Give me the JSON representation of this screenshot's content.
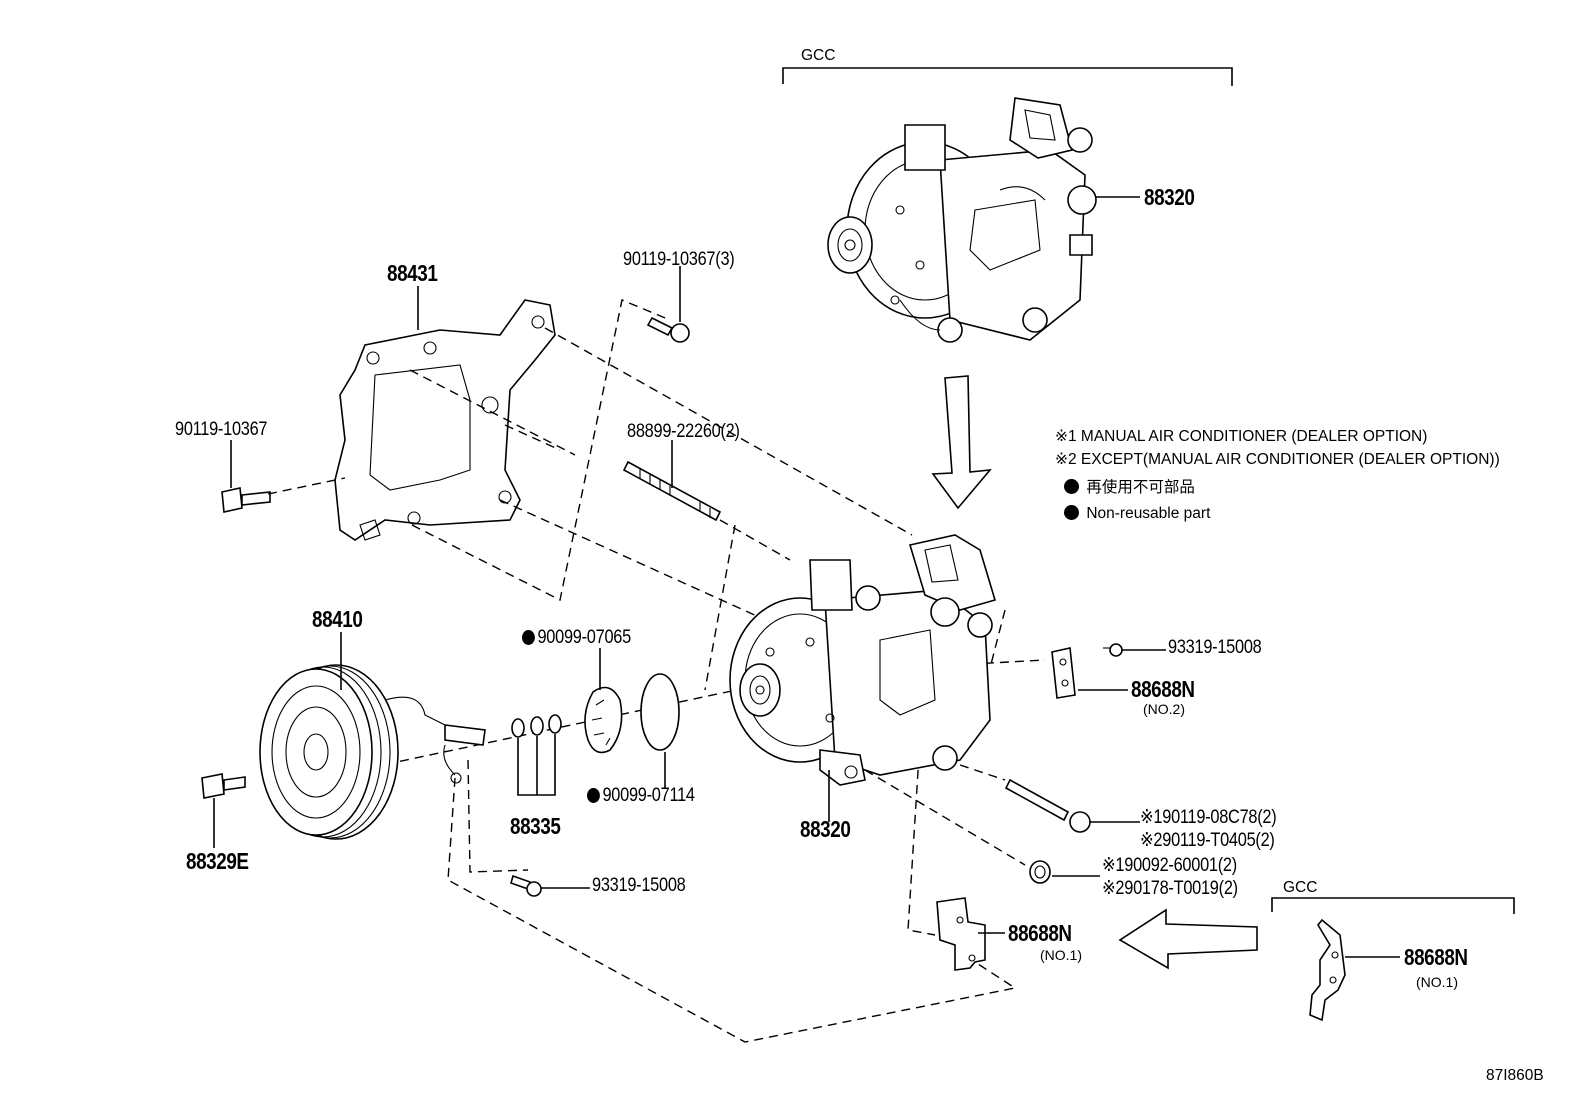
{
  "diagram": {
    "figure_code": "87I860B",
    "group_label_top": "GCC",
    "group_label_bottom": "GCC",
    "notes": {
      "note1": "※1 MANUAL AIR CONDITIONER (DEALER OPTION)",
      "note2": "※2 EXCEPT(MANUAL AIR CONDITIONER (DEALER OPTION))",
      "note3_jp": "再使用不可部品",
      "note4_en": "Non-reusable part"
    },
    "parts": {
      "p88320_top": "88320",
      "p88431": "88431",
      "p90119_10367_3": "90119-10367(3)",
      "p90119_10367": "90119-10367",
      "p88899_22260": "88899-22260(2)",
      "p88410": "88410",
      "p90099_07065": "90099-07065",
      "p90099_07114": "90099-07114",
      "p88335": "88335",
      "p88329E": "88329E",
      "p93319_15008_a": "93319-15008",
      "p88320_main": "88320",
      "p93319_15008_b": "93319-15008",
      "p88688N_no2": "88688N",
      "p88688N_no2_sub": "(NO.2)",
      "p90119_08C78": "※190119-08C78(2)",
      "p90119_T0405": "※290119-T0405(2)",
      "p90092_60001": "※190092-60001(2)",
      "p90178_T0019": "※290178-T0019(2)",
      "p88688N_no1_a": "88688N",
      "p88688N_no1_a_sub": "(NO.1)",
      "p88688N_no1_b": "88688N",
      "p88688N_no1_b_sub": "(NO.1)"
    }
  }
}
